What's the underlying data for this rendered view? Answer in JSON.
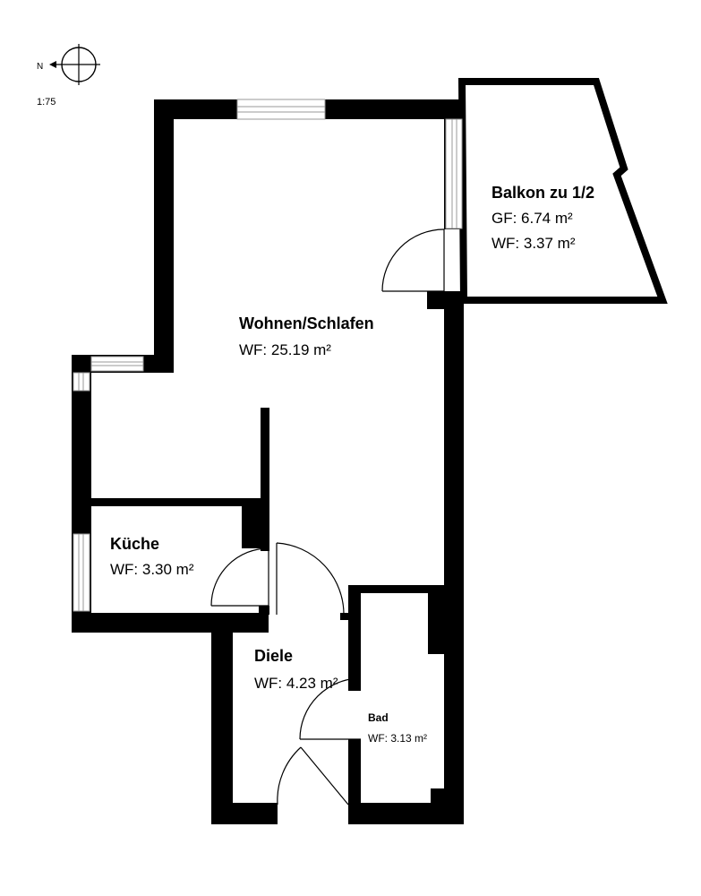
{
  "compass": {
    "north_label": "N",
    "scale": "1:75"
  },
  "rooms": {
    "balkon": {
      "name": "Balkon zu 1/2",
      "gf": "GF: 6.74 m²",
      "wf": "WF: 3.37 m²"
    },
    "wohnen": {
      "name": "Wohnen/Schlafen",
      "wf": "WF: 25.19 m²"
    },
    "kueche": {
      "name": "Küche",
      "wf": "WF: 3.30 m²"
    },
    "diele": {
      "name": "Diele",
      "wf": "WF: 4.23 m²"
    },
    "bad": {
      "name": "Bad",
      "wf": "WF: 3.13 m²"
    }
  },
  "colors": {
    "wall": "#000000",
    "background": "#ffffff",
    "window_frame": "#9a9a9a"
  }
}
